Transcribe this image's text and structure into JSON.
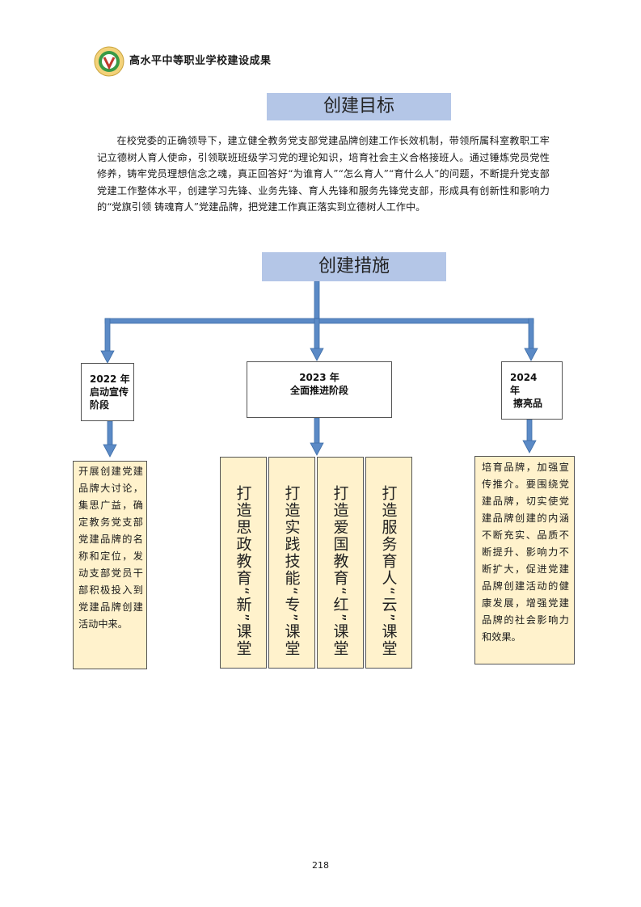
{
  "header": {
    "title": "高水平中等职业学校建设成果",
    "logo_text": "V"
  },
  "goal": {
    "title": "创建目标",
    "text": "在校党委的正确领导下，建立健全教务党支部党建品牌创建工作长效机制，带领所属科室教职工牢记立德树人育人使命，引领联班班级学习党的理论知识，培育社会主义合格接班人。通过锤炼党员党性修养，铸牢党员理想信念之魂，真正回答好“为谁育人”“怎么育人”“育什么人”的问题，不断提升党支部党建工作整体水平，创建学习先锋、业务先锋、育人先锋和服务先锋党支部，形成具有创新性和影响力的“党旗引领 铸魂育人”党建品牌，把党建工作真正落实到立德树人工作中。"
  },
  "measures": {
    "title": "创建措施",
    "phases": [
      {
        "year": "2022 年",
        "label": "启动宣传阶段"
      },
      {
        "year": "2023 年",
        "label": "全面推进阶段"
      },
      {
        "year": "2024",
        "year_suffix": "年",
        "label": "擦亮品"
      }
    ],
    "left_text": "开展创建党建品牌大讨论，集思广益，确定教务党支部党建品牌的名称和定位，发动支部党员干部积极投入到党建品牌创建活动中来。",
    "right_text": "培育品牌，加强宣传推介。要围绕党建品牌，切实使党建品牌创建的内涵不断充实、品质不断提升、影响力不断扩大，促进党建品牌创建活动的健康发展，增强党建品牌的社会影响力和效果。",
    "classrooms": [
      "打造思政教育“新”课堂",
      "打造实践技能“专”课堂",
      "打造爱国教育“红”课堂",
      "打造服务育人“云”课堂"
    ]
  },
  "page_number": "218",
  "colors": {
    "banner": "#b4c6e7",
    "content_box": "#fff2cc",
    "connector": "#4f81bd"
  }
}
